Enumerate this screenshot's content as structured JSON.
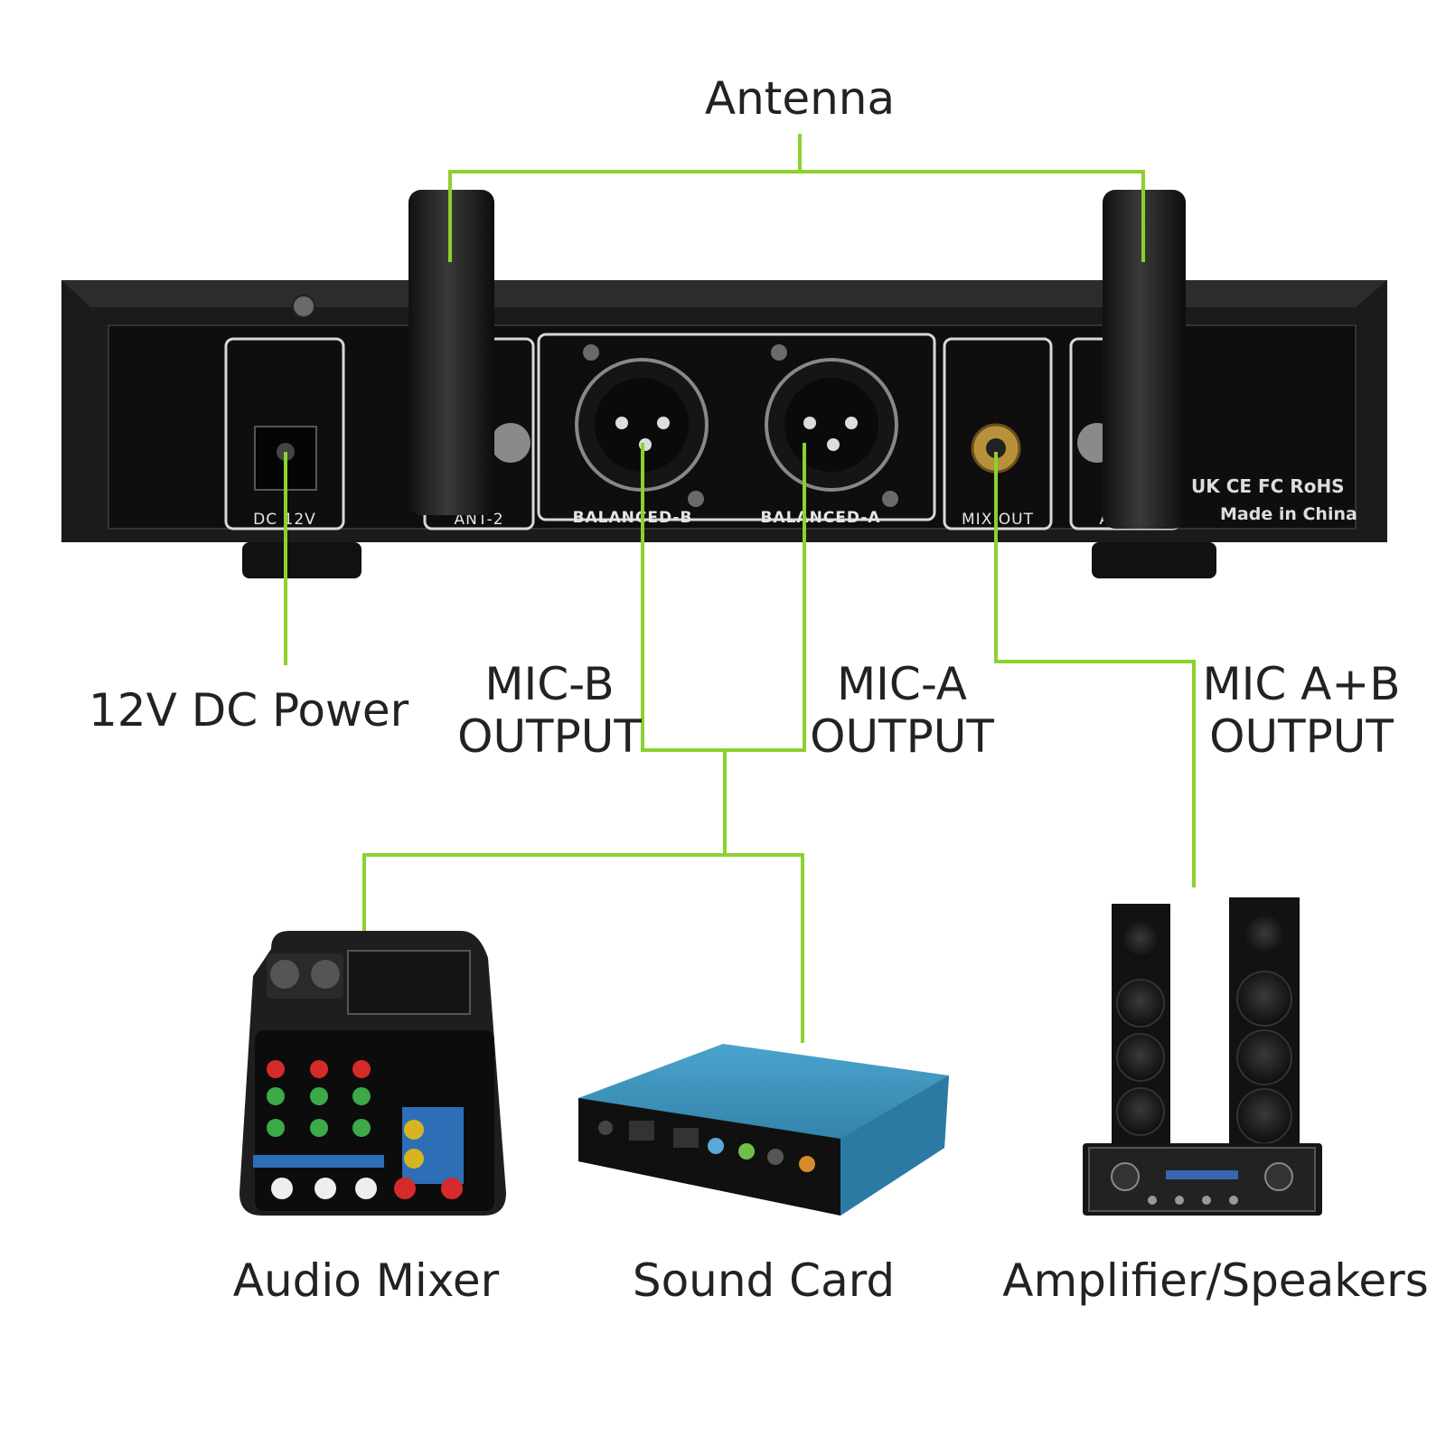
{
  "labels": {
    "antenna": "Antenna",
    "dc_power": "12V DC Power",
    "mic_b_line1": "MIC-B",
    "mic_b_line2": "OUTPUT",
    "mic_a_line1": "MIC-A",
    "mic_a_line2": "OUTPUT",
    "mic_ab_line1": "MIC A+B",
    "mic_ab_line2": "OUTPUT",
    "audio_mixer": "Audio Mixer",
    "sound_card": "Sound Card",
    "amplifier": "Amplifier/Speakers"
  },
  "receiver_panel": {
    "dc_label": "DC 12V",
    "ant2_label": "ANT-2",
    "balanced_b": "BALANCED-B",
    "balanced_a": "BALANCED-A",
    "mix_out": "MIX OUT",
    "ant1_label": "ANT-1",
    "certs": "UK CE FC RoHS",
    "made_in": "Made in China"
  },
  "colors": {
    "wire": "#8cd12f",
    "device_body": "#1e1e1e",
    "sound_card_body": "#2f7fa8"
  }
}
